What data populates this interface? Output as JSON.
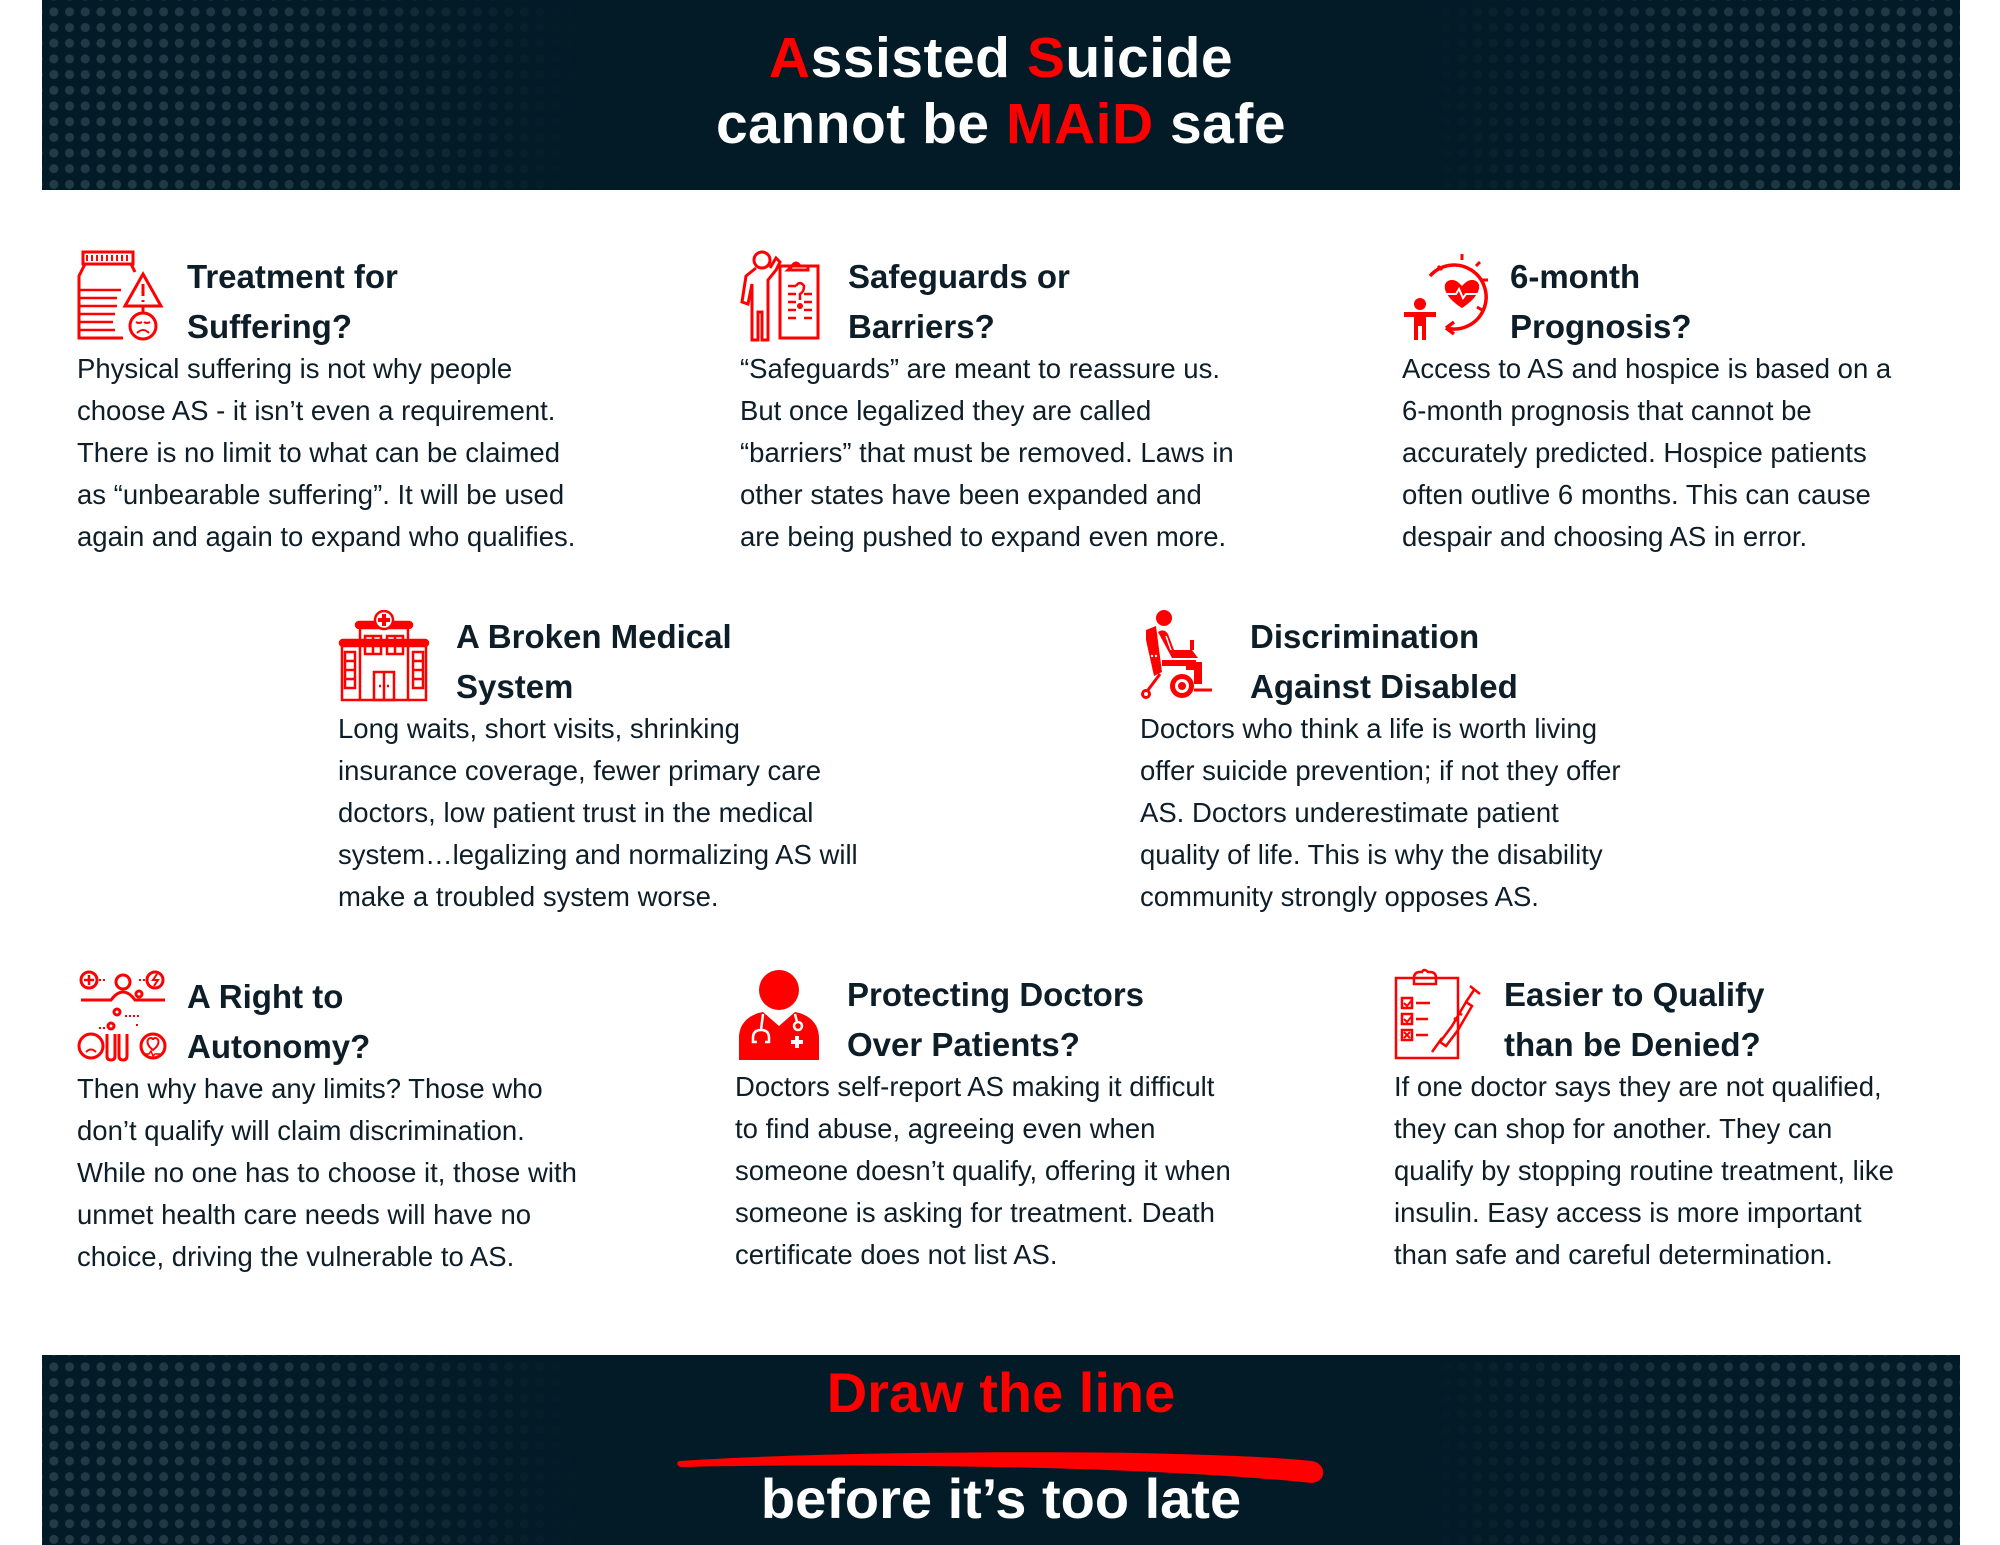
{
  "header": {
    "title_line1": {
      "accent1": "A",
      "part1": "ssisted ",
      "accent2": "S",
      "part2": "uicide"
    },
    "title_line2": {
      "part1": "cannot be ",
      "accent": "MAiD",
      "part2": " safe"
    }
  },
  "colors": {
    "accent": "#ff0000",
    "banner_bg": "#021b27",
    "dot": "#243a47",
    "text": "#0e1e28"
  },
  "cards": [
    {
      "icon": "medicine-bottle-warning-icon",
      "heading": [
        "Treatment for",
        "Suffering?"
      ],
      "body": [
        "Physical suffering is not why people",
        "choose AS - it isn’t even a requirement.",
        "There is no limit to what can be claimed",
        "as “unbearable suffering”. It will be used",
        "again and again to expand who qualifies."
      ]
    },
    {
      "icon": "person-clipboard-question-icon",
      "heading": [
        "Safeguards or",
        "Barriers?"
      ],
      "body": [
        "“Safeguards” are meant to reassure us.",
        "But once legalized they are called",
        "“barriers” that must be removed. Laws in",
        "other states have been expanded and",
        "are being pushed to expand even more."
      ]
    },
    {
      "icon": "person-heart-clock-icon",
      "heading": [
        "6-month",
        "Prognosis?"
      ],
      "body": [
        "Access to AS and hospice is based on a",
        "6-month prognosis that cannot be",
        "accurately predicted. Hospice patients",
        "often outlive 6 months. This can cause",
        "despair and choosing AS in error."
      ]
    },
    {
      "icon": "hospital-icon",
      "heading": [
        "A Broken Medical",
        "System"
      ],
      "body": [
        "Long waits, short visits, shrinking",
        "insurance coverage, fewer primary care",
        "doctors, low patient trust in the medical",
        "system…legalizing and normalizing AS will",
        "make a troubled system worse."
      ]
    },
    {
      "icon": "wheelchair-icon",
      "heading": [
        "Discrimination",
        "Against Disabled"
      ],
      "body": [
        "Doctors who think a life is worth living",
        "offer suicide prevention; if not they offer",
        "AS. Doctors underestimate patient",
        "quality of life. This is why the disability",
        "community strongly opposes AS."
      ]
    },
    {
      "icon": "autonomy-choices-icon",
      "heading": [
        "A Right to",
        "Autonomy?"
      ],
      "body": [
        "Then why have any limits? Those who",
        "don’t qualify will claim discrimination.",
        "While no one has to choose it, those with",
        "unmet health care needs will have no",
        "choice, driving the vulnerable to AS."
      ]
    },
    {
      "icon": "doctor-stethoscope-icon",
      "heading": [
        "Protecting Doctors",
        "Over Patients?"
      ],
      "body": [
        "Doctors self-report AS making it difficult",
        "to find abuse, agreeing even when",
        "someone doesn’t qualify, offering it when",
        "someone is asking for treatment. Death",
        "certificate does not list AS."
      ]
    },
    {
      "icon": "checklist-syringe-icon",
      "heading": [
        "Easier to Qualify",
        "than be Denied?"
      ],
      "body": [
        "If one doctor says they are not qualified,",
        "they can shop for another. They can",
        "qualify by stopping routine treatment, like",
        "insulin. Easy access is more important",
        "than safe and careful determination."
      ]
    }
  ],
  "footer": {
    "line1": "Draw the line",
    "line2": "before it’s too late"
  }
}
